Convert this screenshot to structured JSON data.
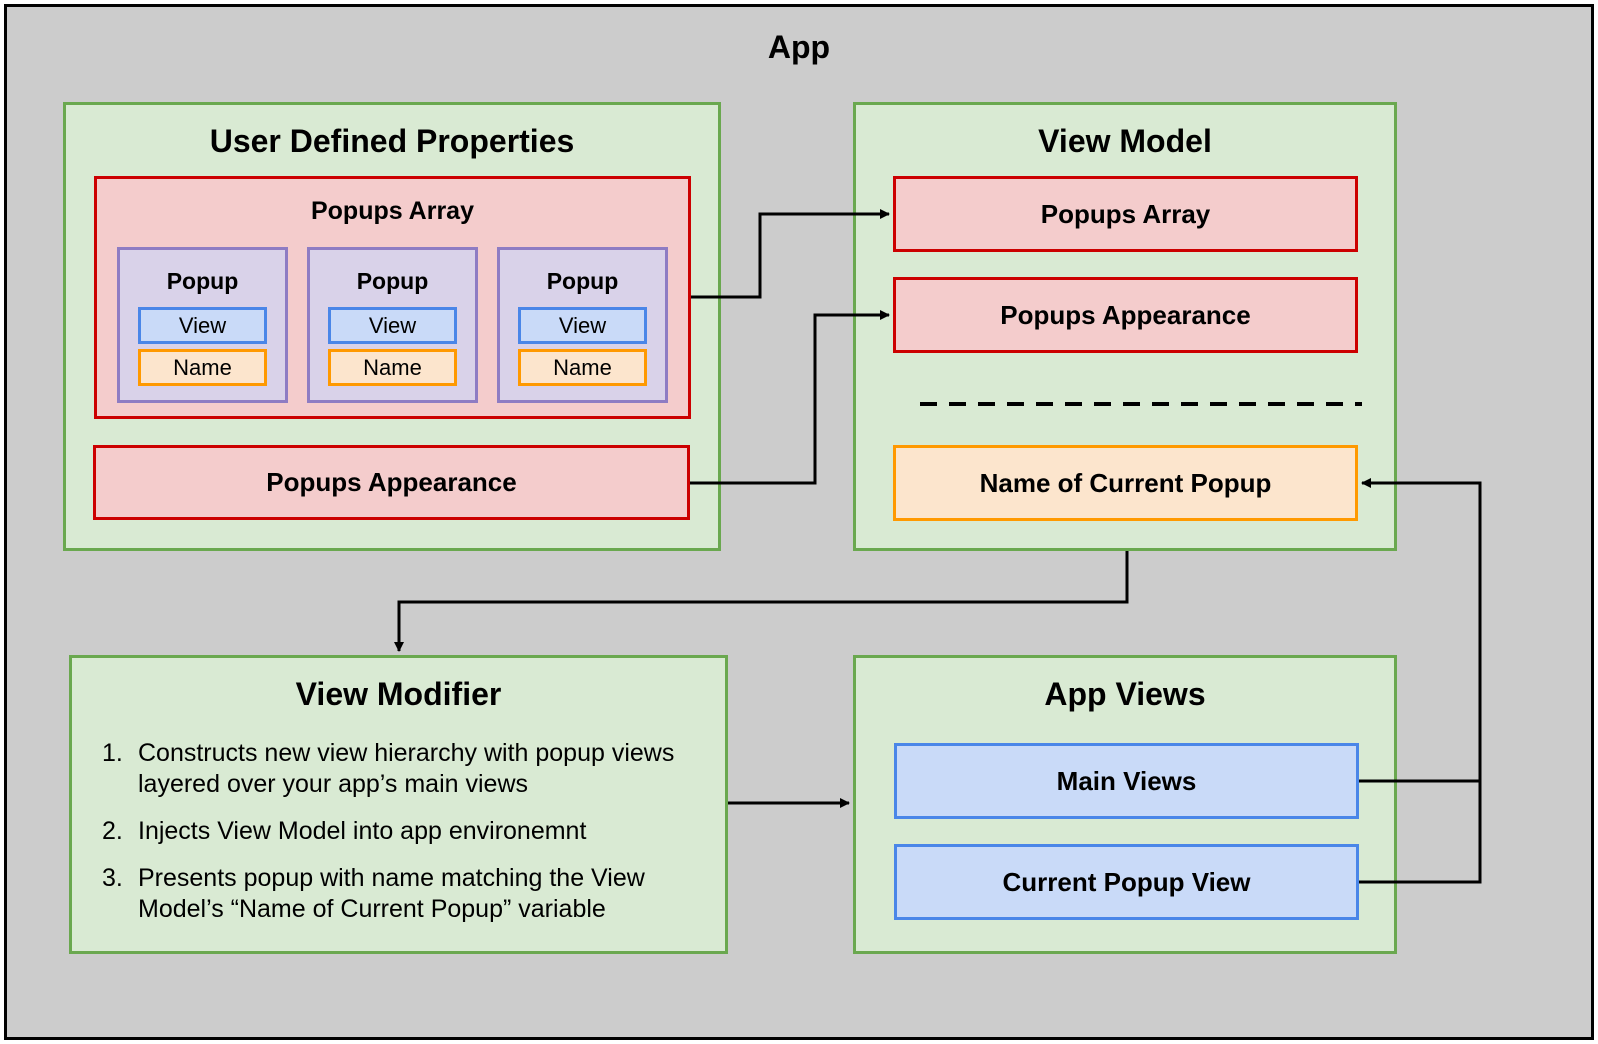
{
  "app": {
    "title": "App"
  },
  "udp": {
    "title": "User Defined Properties",
    "popups_array": {
      "title": "Popups Array",
      "popups": [
        {
          "title": "Popup",
          "view": "View",
          "name": "Name"
        },
        {
          "title": "Popup",
          "view": "View",
          "name": "Name"
        },
        {
          "title": "Popup",
          "view": "View",
          "name": "Name"
        }
      ]
    },
    "popups_appearance": "Popups Appearance"
  },
  "view_model": {
    "title": "View Model",
    "popups_array": "Popups Array",
    "popups_appearance": "Popups Appearance",
    "current_popup_name": "Name of Current Popup"
  },
  "view_modifier": {
    "title": "View Modifier",
    "steps": [
      {
        "num": "1.",
        "text": "Constructs new view hierarchy with popup views layered over your app’s main views"
      },
      {
        "num": "2.",
        "text": "Injects View Model into app environemnt"
      },
      {
        "num": "3.",
        "text": "Presents popup with name matching the View Model’s “Name of Current Popup” variable"
      }
    ]
  },
  "app_views": {
    "title": "App Views",
    "main_views": "Main Views",
    "current_popup_view": "Current Popup View"
  },
  "colors": {
    "panel_fill": "#d9ead3",
    "panel_border": "#6aa84f",
    "red_fill": "#f4cccc",
    "red_border": "#cc0000",
    "purple_fill": "#d9d2e9",
    "purple_border": "#8e7cc3",
    "blue_fill": "#c9daf8",
    "blue_border": "#4a86e8",
    "orange_fill": "#fce5cd",
    "orange_border": "#ff9900",
    "app_fill": "#cccccc"
  }
}
